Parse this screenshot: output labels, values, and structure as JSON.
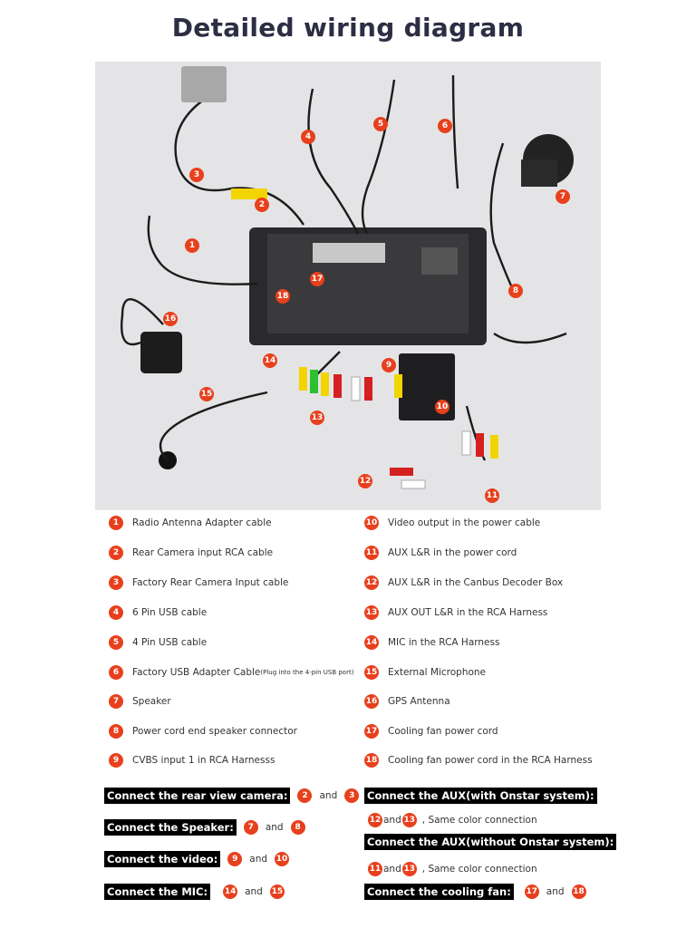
{
  "title": "Detailed wiring diagram",
  "colors": {
    "badge": "#e8401d",
    "title": "#2d2d44",
    "photo_bg": "#e4e4e6"
  },
  "photo_callouts": [
    "1",
    "2",
    "3",
    "4",
    "5",
    "6",
    "7",
    "8",
    "9",
    "10",
    "11",
    "12",
    "13",
    "14",
    "15",
    "16",
    "17",
    "18"
  ],
  "legend_left": [
    {
      "num": "1",
      "text": "Radio Antenna Adapter cable"
    },
    {
      "num": "2",
      "text": "Rear Camera input RCA cable"
    },
    {
      "num": "3",
      "text": "Factory Rear Camera Input cable"
    },
    {
      "num": "4",
      "text": "6 Pin USB cable"
    },
    {
      "num": "5",
      "text": "4 Pin USB cable"
    },
    {
      "num": "6",
      "text": "Factory USB Adapter Cable",
      "note": "(Plug into the 4-pin USB port)"
    },
    {
      "num": "7",
      "text": "Speaker"
    },
    {
      "num": "8",
      "text": "Power cord end speaker connector"
    },
    {
      "num": "9",
      "text": "CVBS input 1 in RCA Harnesss"
    }
  ],
  "legend_right": [
    {
      "num": "10",
      "text": "Video output in the power cable"
    },
    {
      "num": "11",
      "text": "AUX L&R in the power cord"
    },
    {
      "num": "12",
      "text": "AUX L&R in the Canbus Decoder Box"
    },
    {
      "num": "13",
      "text": "AUX OUT L&R in the RCA Harness"
    },
    {
      "num": "14",
      "text": "MIC in the RCA Harness"
    },
    {
      "num": "15",
      "text": "External Microphone"
    },
    {
      "num": "16",
      "text": "GPS Antenna"
    },
    {
      "num": "17",
      "text": "Cooling fan power cord"
    },
    {
      "num": "18",
      "text": "Cooling fan power cord in the RCA Harness"
    }
  ],
  "connections_left": [
    {
      "label": "Connect the rear view camera:",
      "a": "2",
      "and": "and",
      "b": "3"
    },
    {
      "label": "Connect the Speaker:",
      "a": "7",
      "and": "and",
      "b": "8"
    },
    {
      "label": "Connect the video:",
      "a": "9",
      "and": "and",
      "b": "10"
    },
    {
      "label": "Connect the MIC:",
      "a": "14",
      "and": "and",
      "b": "15"
    }
  ],
  "connections_right": {
    "aux_onstar": {
      "label": "Connect the AUX(with Onstar system):",
      "a": "12",
      "and": "and",
      "b": "13",
      "note": ", Same color connection"
    },
    "aux_no_onstar": {
      "label": "Connect the AUX(without Onstar system):",
      "a": "11",
      "and": "and",
      "b": "13",
      "note": ", Same color connection"
    },
    "cooling_fan": {
      "label": "Connect the cooling fan:",
      "a": "17",
      "and": "and",
      "b": "18"
    }
  }
}
